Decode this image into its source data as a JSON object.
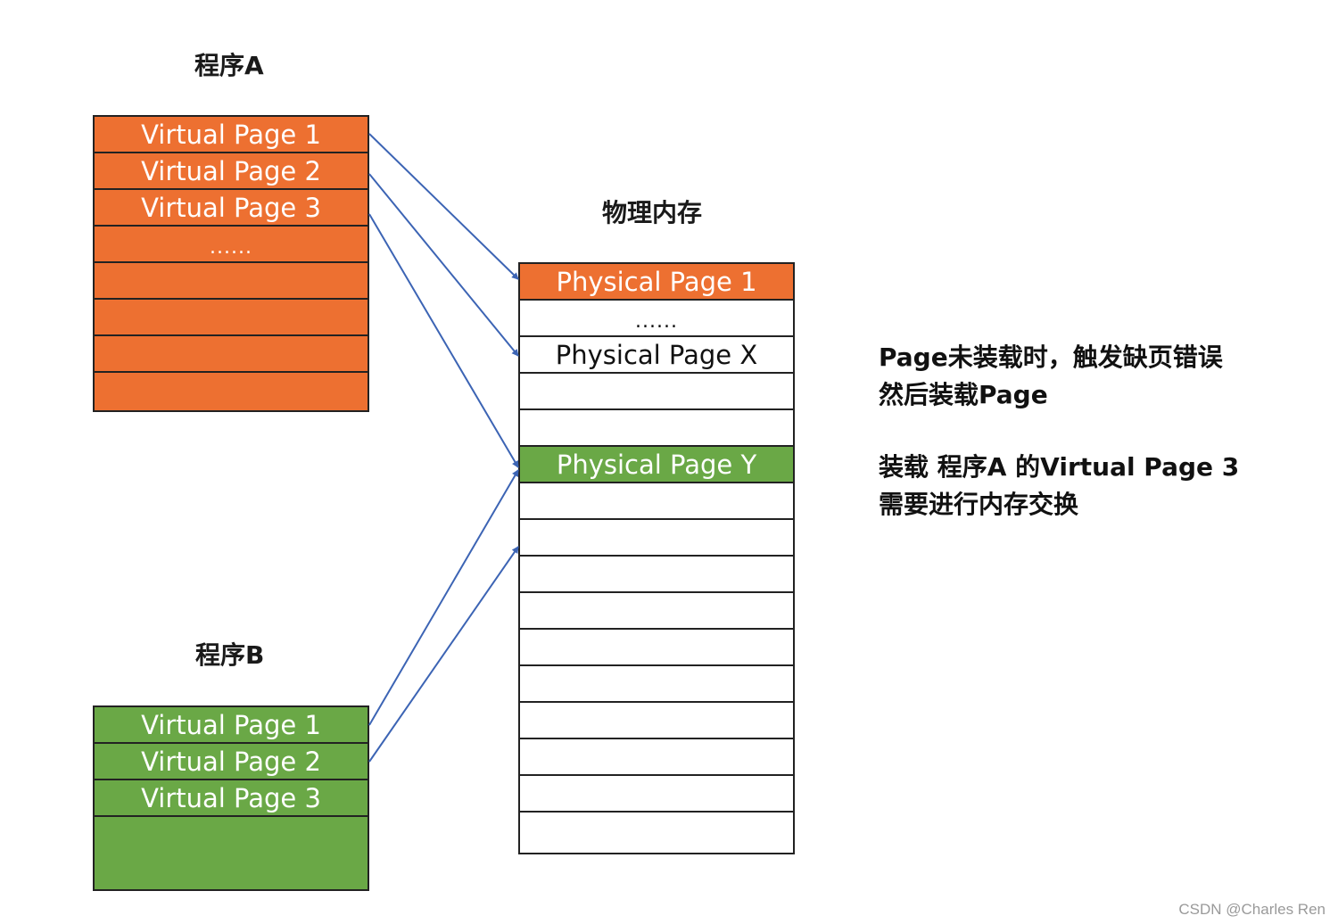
{
  "program_a": {
    "title": "程序A",
    "pages": [
      "Virtual Page 1",
      "Virtual Page 2",
      "Virtual Page 3",
      "......",
      "",
      "",
      "",
      ""
    ]
  },
  "program_b": {
    "title": "程序B",
    "pages": [
      "Virtual Page 1",
      "Virtual Page 2",
      "Virtual Page 3",
      ""
    ]
  },
  "physical_memory": {
    "title": "物理内存",
    "pages": [
      "Physical Page 1",
      "......",
      "Physical Page X",
      "",
      "",
      "Physical Page Y",
      "",
      "",
      "",
      "",
      "",
      "",
      "",
      "",
      "",
      ""
    ]
  },
  "notes": {
    "line1": "Page未装载时，触发缺页错误",
    "line2": "然后装载Page",
    "line3": "装载 程序A 的Virtual Page 3",
    "line4": "需要进行内存交换"
  },
  "watermark": "CSDN @Charles Ren",
  "colors": {
    "program_a": "#ED7031",
    "program_b": "#6AA846",
    "arrow": "#3C64B4"
  }
}
